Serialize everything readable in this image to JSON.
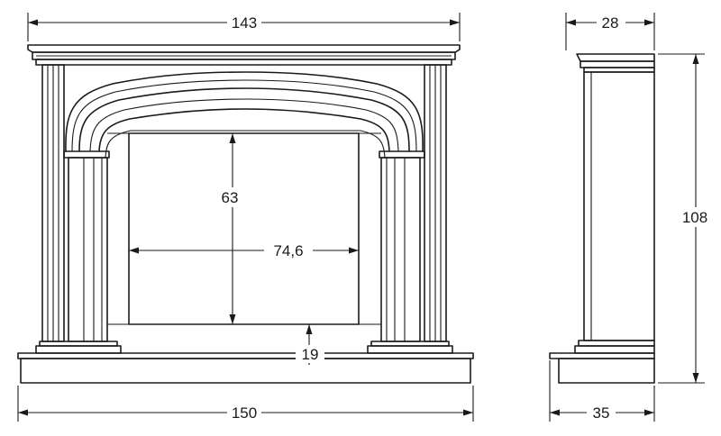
{
  "dimensions": {
    "front_top_width": "143",
    "front_base_width": "150",
    "opening_height": "63",
    "opening_width": "74,6",
    "hearth_height": "19",
    "side_top_depth": "28",
    "side_base_depth": "35",
    "overall_height": "108"
  }
}
